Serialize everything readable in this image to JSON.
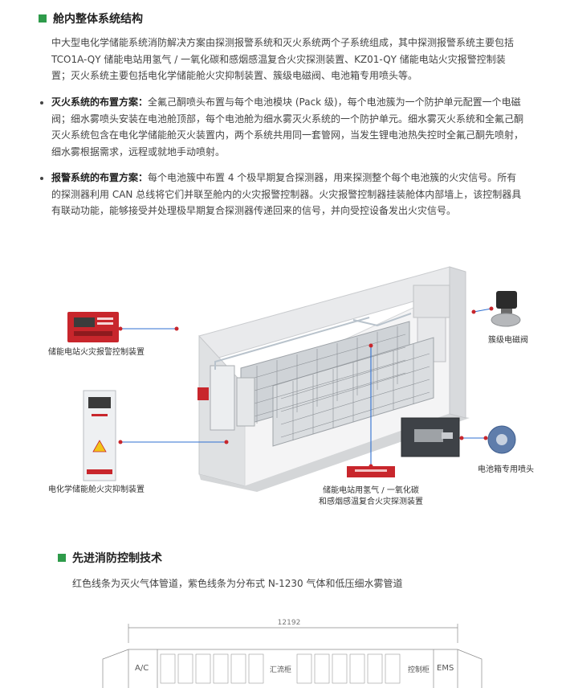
{
  "section1": {
    "title": "舱内整体系统结构",
    "intro": "中大型电化学储能系统消防解决方案由探测报警系统和灭火系统两个子系统组成，其中探测报警系统主要包括TCO1A-QY 储能电站用氢气 / 一氧化碳和感烟感温复合火灾探测装置、KZ01-QY 储能电站火灾报警控制装置；灭火系统主要包括电化学储能舱火灾抑制装置、簇级电磁阀、电池箱专用喷头等。",
    "bullet1_label": "灭火系统的布置方案：",
    "bullet1_text": "全氟己酮喷头布置与每个电池模块 (Pack 级)，每个电池簇为一个防护单元配置一个电磁阀；细水雾喷头安装在电池舱顶部，每个电池舱为细水雾灭火系统的一个防护单元。细水雾灭火系统和全氟己酮灭火系统包含在电化学储能舱灭火装置内，两个系统共用同一套管网，当发生锂电池热失控时全氟己酮先喷射，细水雾根据需求，远程或就地手动喷射。",
    "bullet2_label": "报警系统的布置方案：",
    "bullet2_text": "每个电池簇中布置 4 个极早期复合探测器，用来探测整个每个电池簇的火灾信号。所有的探测器利用 CAN 总线将它们并联至舱内的火灾报警控制器。火灾报警控制器挂装舱体内部墙上，该控制器具有联动功能，能够接受并处理极早期复合探测器传递回来的信号，并向受控设备发出火灾信号。"
  },
  "diagram": {
    "label_controller": "储能电站火灾报警控制装置",
    "label_suppression": "电化学储能舱火灾抑制装置",
    "label_valve": "簇级电磁阀",
    "label_nozzle": "电池箱专用喷头",
    "label_detector_line1": "储能电站用氢气 / 一氧化碳",
    "label_detector_line2": "和感烟感温复合火灾探测装置"
  },
  "section2": {
    "title": "先进消防控制技术",
    "text": "红色线条为灭火气体管道，紫色线条为分布式 N-1230 气体和低压细水雾管道"
  },
  "drawing": {
    "dimension": "12192",
    "label_ac": "A/C",
    "label_pcs": "汇流柜",
    "label_control": "控制柜",
    "label_ems": "EMS"
  },
  "colors": {
    "accent": "#2e9b4a",
    "leader": "#2f6fd0",
    "device_red": "#c8262c"
  }
}
